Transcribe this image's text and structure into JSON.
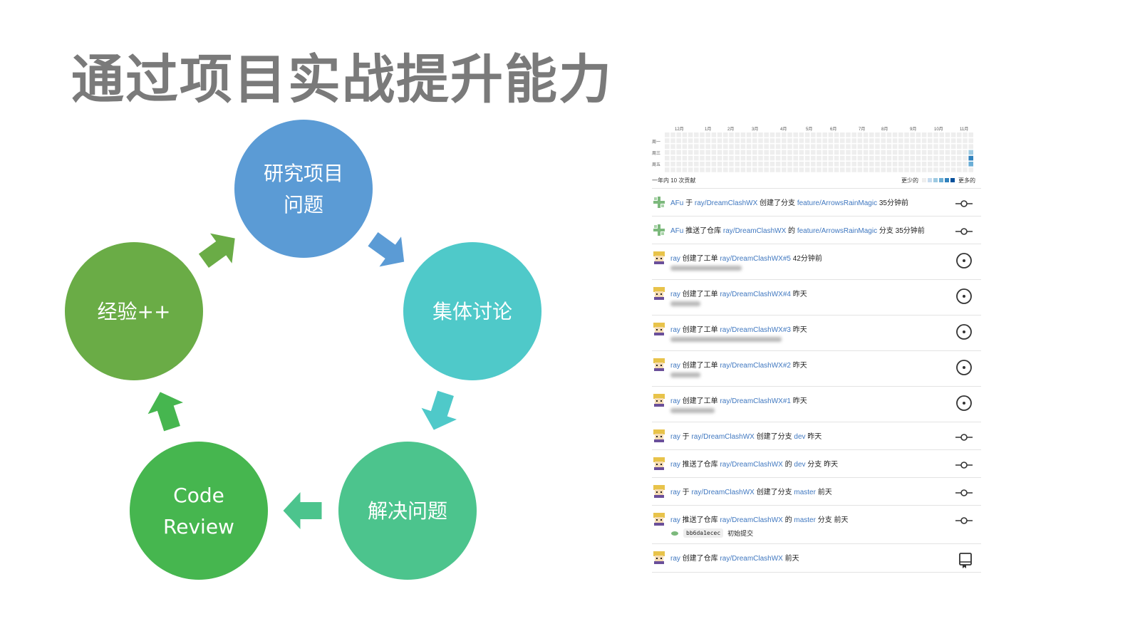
{
  "title": "通过项目实战提升能力",
  "cycle": {
    "nodes": [
      {
        "lines": [
          "研究项目",
          "问题"
        ],
        "color": "#5b9bd5"
      },
      {
        "lines": [
          "集体讨论"
        ],
        "color": "#4fc9c9"
      },
      {
        "lines": [
          "解决问题"
        ],
        "color": "#4cc48d"
      },
      {
        "lines": [
          "Code",
          "Review"
        ],
        "color": "#46b64f"
      },
      {
        "lines": [
          "经验++"
        ],
        "color": "#6aac46"
      }
    ]
  },
  "contributions": {
    "months": [
      "12月",
      "1月",
      "2月",
      "3月",
      "4月",
      "5月",
      "6月",
      "7月",
      "8月",
      "9月",
      "10月",
      "11月"
    ],
    "days": [
      "周一",
      "周三",
      "周五"
    ],
    "summary": "一年内 10 次贡献",
    "legend_less": "更少的",
    "legend_more": "更多的",
    "legend_colors": [
      "#eeeeee",
      "#c6dbef",
      "#9ecae1",
      "#6baed6",
      "#3182bd",
      "#08519c"
    ],
    "active_cells": [
      {
        "week": 52,
        "day": 3,
        "level": 2
      },
      {
        "week": 52,
        "day": 4,
        "level": 4
      },
      {
        "week": 52,
        "day": 5,
        "level": 3
      }
    ]
  },
  "feed": [
    {
      "avatar": "afu",
      "user": "AFu",
      "parts": [
        [
          "t",
          " 于 "
        ],
        [
          "l",
          "ray/DreamClashWX"
        ],
        [
          "t",
          " 创建了分支 "
        ],
        [
          "l",
          "feature/ArrowsRainMagic"
        ],
        [
          "t",
          " 35分钟前"
        ]
      ],
      "icon": "commit-icon",
      "h": 39
    },
    {
      "avatar": "afu",
      "user": "AFu",
      "parts": [
        [
          "t",
          " 推送了仓库 "
        ],
        [
          "l",
          "ray/DreamClashWX"
        ],
        [
          "t",
          " 的 "
        ],
        [
          "l",
          "feature/ArrowsRainMagic"
        ],
        [
          "t",
          " 分支 35分钟前"
        ]
      ],
      "icon": "commit-icon",
      "h": 39
    },
    {
      "avatar": "ray",
      "user": "ray",
      "parts": [
        [
          "t",
          " 创建了工单 "
        ],
        [
          "l",
          "ray/DreamClashWX#5"
        ],
        [
          "t",
          " 42分钟前"
        ]
      ],
      "icon": "issue-icon",
      "h": 50,
      "blur": 100
    },
    {
      "avatar": "ray",
      "user": "ray",
      "parts": [
        [
          "t",
          " 创建了工单 "
        ],
        [
          "l",
          "ray/DreamClashWX#4"
        ],
        [
          "t",
          " 昨天"
        ]
      ],
      "icon": "issue-icon",
      "h": 50,
      "blur": 42
    },
    {
      "avatar": "ray",
      "user": "ray",
      "parts": [
        [
          "t",
          " 创建了工单 "
        ],
        [
          "l",
          "ray/DreamClashWX#3"
        ],
        [
          "t",
          " 昨天"
        ]
      ],
      "icon": "issue-icon",
      "h": 50,
      "blur": 156
    },
    {
      "avatar": "ray",
      "user": "ray",
      "parts": [
        [
          "t",
          " 创建了工单 "
        ],
        [
          "l",
          "ray/DreamClashWX#2"
        ],
        [
          "t",
          " 昨天"
        ]
      ],
      "icon": "issue-icon",
      "h": 50,
      "blur": 42
    },
    {
      "avatar": "ray",
      "user": "ray",
      "parts": [
        [
          "t",
          " 创建了工单 "
        ],
        [
          "l",
          "ray/DreamClashWX#1"
        ],
        [
          "t",
          " 昨天"
        ]
      ],
      "icon": "issue-icon",
      "h": 50,
      "blur": 62
    },
    {
      "avatar": "ray",
      "user": "ray",
      "parts": [
        [
          "t",
          " 于 "
        ],
        [
          "l",
          "ray/DreamClashWX"
        ],
        [
          "t",
          " 创建了分支 "
        ],
        [
          "l",
          "dev"
        ],
        [
          "t",
          " 昨天"
        ]
      ],
      "icon": "commit-icon",
      "h": 39
    },
    {
      "avatar": "ray",
      "user": "ray",
      "parts": [
        [
          "t",
          " 推送了仓库 "
        ],
        [
          "l",
          "ray/DreamClashWX"
        ],
        [
          "t",
          " 的 "
        ],
        [
          "l",
          "dev"
        ],
        [
          "t",
          " 分支 昨天"
        ]
      ],
      "icon": "commit-icon",
      "h": 39
    },
    {
      "avatar": "ray",
      "user": "ray",
      "parts": [
        [
          "t",
          " 于 "
        ],
        [
          "l",
          "ray/DreamClashWX"
        ],
        [
          "t",
          " 创建了分支 "
        ],
        [
          "l",
          "master"
        ],
        [
          "t",
          " 前天"
        ]
      ],
      "icon": "commit-icon",
      "h": 39
    },
    {
      "avatar": "ray",
      "user": "ray",
      "parts": [
        [
          "t",
          " 推送了仓库 "
        ],
        [
          "l",
          "ray/DreamClashWX"
        ],
        [
          "t",
          " 的 "
        ],
        [
          "l",
          "master"
        ],
        [
          "t",
          " 分支 前天"
        ]
      ],
      "icon": "commit-icon",
      "h": 54,
      "commit": {
        "sha": "bb6da1ecec",
        "message": "初始提交"
      }
    },
    {
      "avatar": "ray",
      "user": "ray",
      "parts": [
        [
          "t",
          " 创建了仓库 "
        ],
        [
          "l",
          "ray/DreamClashWX"
        ],
        [
          "t",
          " 前天"
        ]
      ],
      "icon": "repo-icon",
      "h": 40
    }
  ]
}
